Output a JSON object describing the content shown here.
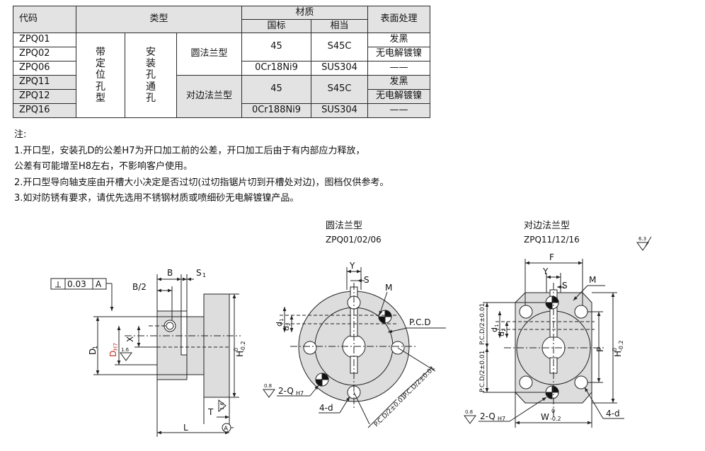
{
  "table": {
    "headers": {
      "code": "代码",
      "type": "类型",
      "material": "材质",
      "material_standard": "国标",
      "material_equivalent": "相当",
      "surface": "表面处理"
    },
    "codes": [
      "ZPQ01",
      "ZPQ02",
      "ZPQ06",
      "ZPQ11",
      "ZPQ12",
      "ZPQ16"
    ],
    "type_positioned": [
      "带",
      "定",
      "位",
      "孔",
      "型"
    ],
    "type_mounting": [
      "安",
      "装",
      "孔",
      "通",
      "孔"
    ],
    "flange_round": "圆法兰型",
    "flange_square": "对边法兰型",
    "materials": {
      "steel_45": "45",
      "steel_s45c": "S45C",
      "stainless_round_gb": "0Cr18Ni9",
      "stainless_square_gb": "0Cr188Ni9",
      "stainless_jis": "SUS304"
    },
    "surface": {
      "black": "发黑",
      "nickel": "无电解镀镍",
      "none": "——"
    }
  },
  "notes": {
    "title": "注:",
    "line1": "1.开口型，安装孔D的公差H7为开口加工前的公差，开口加工后由于有内部应力释放，",
    "line1b": "公差有可能增至H8左右，不影响客户使用。",
    "line2": "2.开口型导向轴支座由开槽大小决定是否过切(过切指锯片切到开槽处对边)，图档仅供参考。",
    "line3": "3.如对防锈有要求，请优先选用不锈钢材质或喷细砂无电解镀镍产品。"
  },
  "drawings": {
    "side": {
      "flatness": "0.03",
      "datum": "A",
      "label_B": "B",
      "label_S1": "S",
      "label_S1_sub": "1",
      "label_B2": "B/2",
      "label_X": "X",
      "label_D1": "D",
      "label_D1_sub": "1",
      "label_DH7": "D",
      "label_DH7_sub": "H7",
      "label_H": "H",
      "tol_H_upper": "0",
      "tol_H_lower": "-0.2",
      "label_T": "T",
      "label_L": "L",
      "rough_16": "1.6",
      "datum_circle": "A",
      "perp_value": "1.6"
    },
    "round": {
      "title": "圆法兰型",
      "codes": "ZPQ01/02/06",
      "label_Y": "Y",
      "label_S": "S",
      "label_M": "M",
      "label_PCD": "P.C.D",
      "label_d1": "d",
      "label_d1_sub": "1",
      "label_d2": "d",
      "label_d2_sub": "2",
      "label_Q": "2-Q",
      "label_Q_sub": "H7",
      "label_4d": "4-d",
      "pcd_half_a": "P.C.D/2±0.01",
      "pcd_half_b": "P.C.D/2±0.01",
      "rough_08": "0.8"
    },
    "square": {
      "title": "对边法兰型",
      "codes": "ZPQ11/12/16",
      "label_F": "F",
      "label_Y": "Y",
      "label_S": "S",
      "label_M": "M",
      "label_d1": "d",
      "label_d1_sub": "1",
      "label_d2": "d",
      "label_d2_sub": "2",
      "label_P": "P",
      "label_H": "H",
      "tol_upper": "0",
      "tol_lower": "-0.2",
      "label_W": "W",
      "label_Q": "2-Q",
      "label_Q_sub": "H7",
      "label_4d": "4-d",
      "pcd_half_a": "P.C.D/2±0.01",
      "pcd_half_b": "P.C.D/2±0.01",
      "rough_08": "0.8",
      "rough_63": "6.3"
    }
  }
}
